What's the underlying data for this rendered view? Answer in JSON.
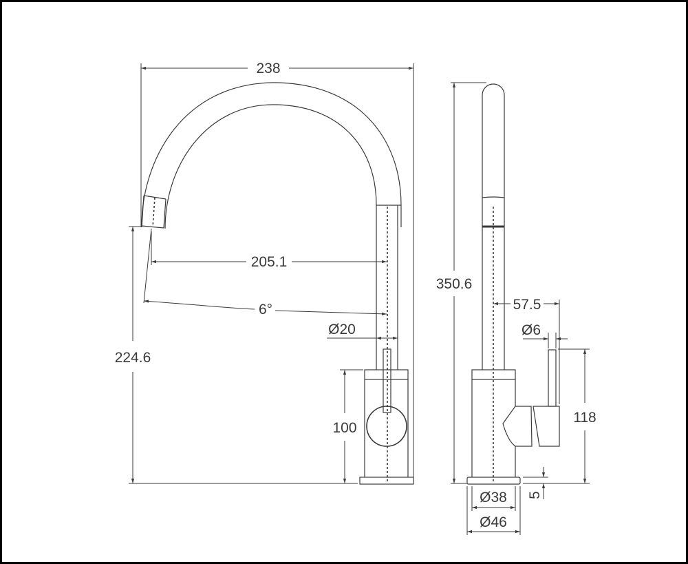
{
  "drawing": {
    "subject": "Gooseneck kitchen mixer tap technical drawing",
    "line_color": "#3a3a3a",
    "border_color": "#000000",
    "front_view": {
      "overall_width": "238",
      "spout_reach": "205.1",
      "spout_angle": "6°",
      "spout_diameter": "Ø20",
      "spout_outlet_height": "224.6",
      "body_height": "100"
    },
    "side_view": {
      "overall_height": "350.6",
      "lever_offset": "57.5",
      "lever_diameter": "Ø6",
      "lever_height": "118",
      "base_thickness": "5",
      "body_diameter": "Ø38",
      "base_diameter": "Ø46"
    }
  }
}
